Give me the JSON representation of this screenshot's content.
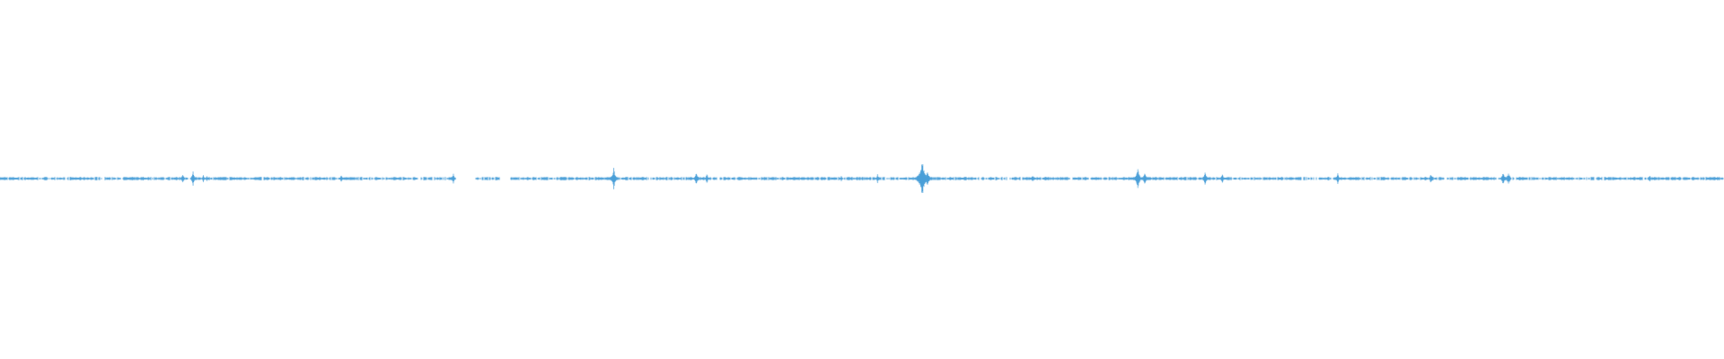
{
  "waveform": {
    "color": "#4a9fd8",
    "background": "#ffffff",
    "peaks": [
      {
        "t": 0.0,
        "a": 0.01
      },
      {
        "t": 0.083,
        "a": 0.012
      },
      {
        "t": 0.106,
        "a": 0.03
      },
      {
        "t": 0.112,
        "a": 0.04
      },
      {
        "t": 0.118,
        "a": 0.025
      },
      {
        "t": 0.12,
        "a": 0.015
      },
      {
        "t": 0.198,
        "a": 0.025
      },
      {
        "t": 0.263,
        "a": 0.03
      },
      {
        "t": 0.356,
        "a": 0.06
      },
      {
        "t": 0.404,
        "a": 0.04
      },
      {
        "t": 0.41,
        "a": 0.03
      },
      {
        "t": 0.488,
        "a": 0.015
      },
      {
        "t": 0.509,
        "a": 0.025
      },
      {
        "t": 0.535,
        "a": 0.1
      },
      {
        "t": 0.538,
        "a": 0.05
      },
      {
        "t": 0.599,
        "a": 0.02
      },
      {
        "t": 0.66,
        "a": 0.06
      },
      {
        "t": 0.664,
        "a": 0.04
      },
      {
        "t": 0.699,
        "a": 0.045
      },
      {
        "t": 0.709,
        "a": 0.03
      },
      {
        "t": 0.776,
        "a": 0.035
      },
      {
        "t": 0.83,
        "a": 0.03
      },
      {
        "t": 0.872,
        "a": 0.04
      },
      {
        "t": 0.875,
        "a": 0.04
      },
      {
        "t": 0.957,
        "a": 0.02
      },
      {
        "t": 0.996,
        "a": 0.01
      }
    ],
    "silence_gaps": [
      {
        "start": 0.264,
        "end": 0.276
      },
      {
        "start": 0.29,
        "end": 0.296
      }
    ]
  }
}
